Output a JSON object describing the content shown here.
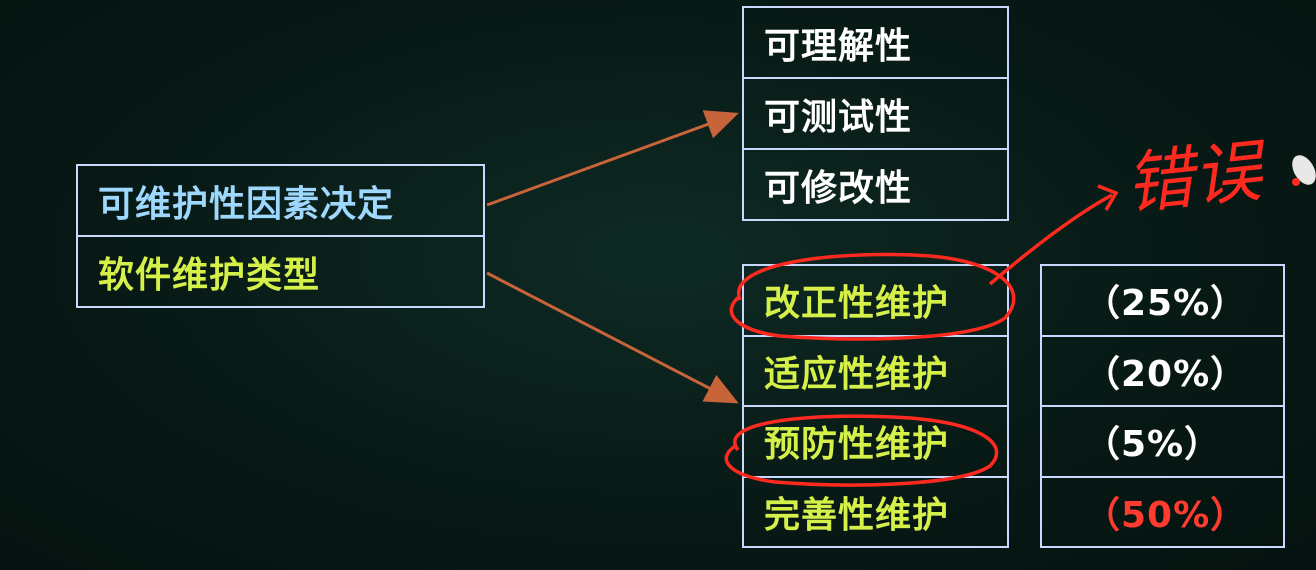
{
  "left_box": {
    "items": [
      {
        "label": "可维护性因素决定"
      },
      {
        "label": "软件维护类型"
      }
    ]
  },
  "factors_box": {
    "items": [
      {
        "label": "可理解性"
      },
      {
        "label": "可测试性"
      },
      {
        "label": "可修改性"
      }
    ]
  },
  "types_box": {
    "items": [
      {
        "label": "改正性维护"
      },
      {
        "label": "适应性维护"
      },
      {
        "label": "预防性维护"
      },
      {
        "label": "完善性维护"
      }
    ]
  },
  "percent_box": {
    "items": [
      {
        "value": "（25%）"
      },
      {
        "value": "（20%）"
      },
      {
        "value": "（5%）"
      },
      {
        "value": "（50%）"
      }
    ]
  },
  "annotation": {
    "text": "错误"
  },
  "colors": {
    "border": "#c8d8ff",
    "arrow": "#c8643a",
    "annotation_red": "#ff2a1f",
    "label_cyan": "#9fd8ff",
    "label_yellow": "#d6f04a",
    "highlight_red": "#ff3b2f"
  }
}
